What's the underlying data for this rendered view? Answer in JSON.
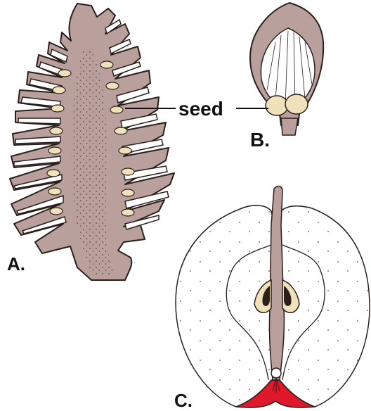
{
  "labels": {
    "seed": "seed",
    "a": "A.",
    "b": "B.",
    "c": "C."
  },
  "colors": {
    "cone_fill": "#b9a09c",
    "outline": "#2a1f1d",
    "seed_fill": "#efe2bb",
    "apple_red": "#e0182c",
    "scale_white": "#ffffff"
  }
}
